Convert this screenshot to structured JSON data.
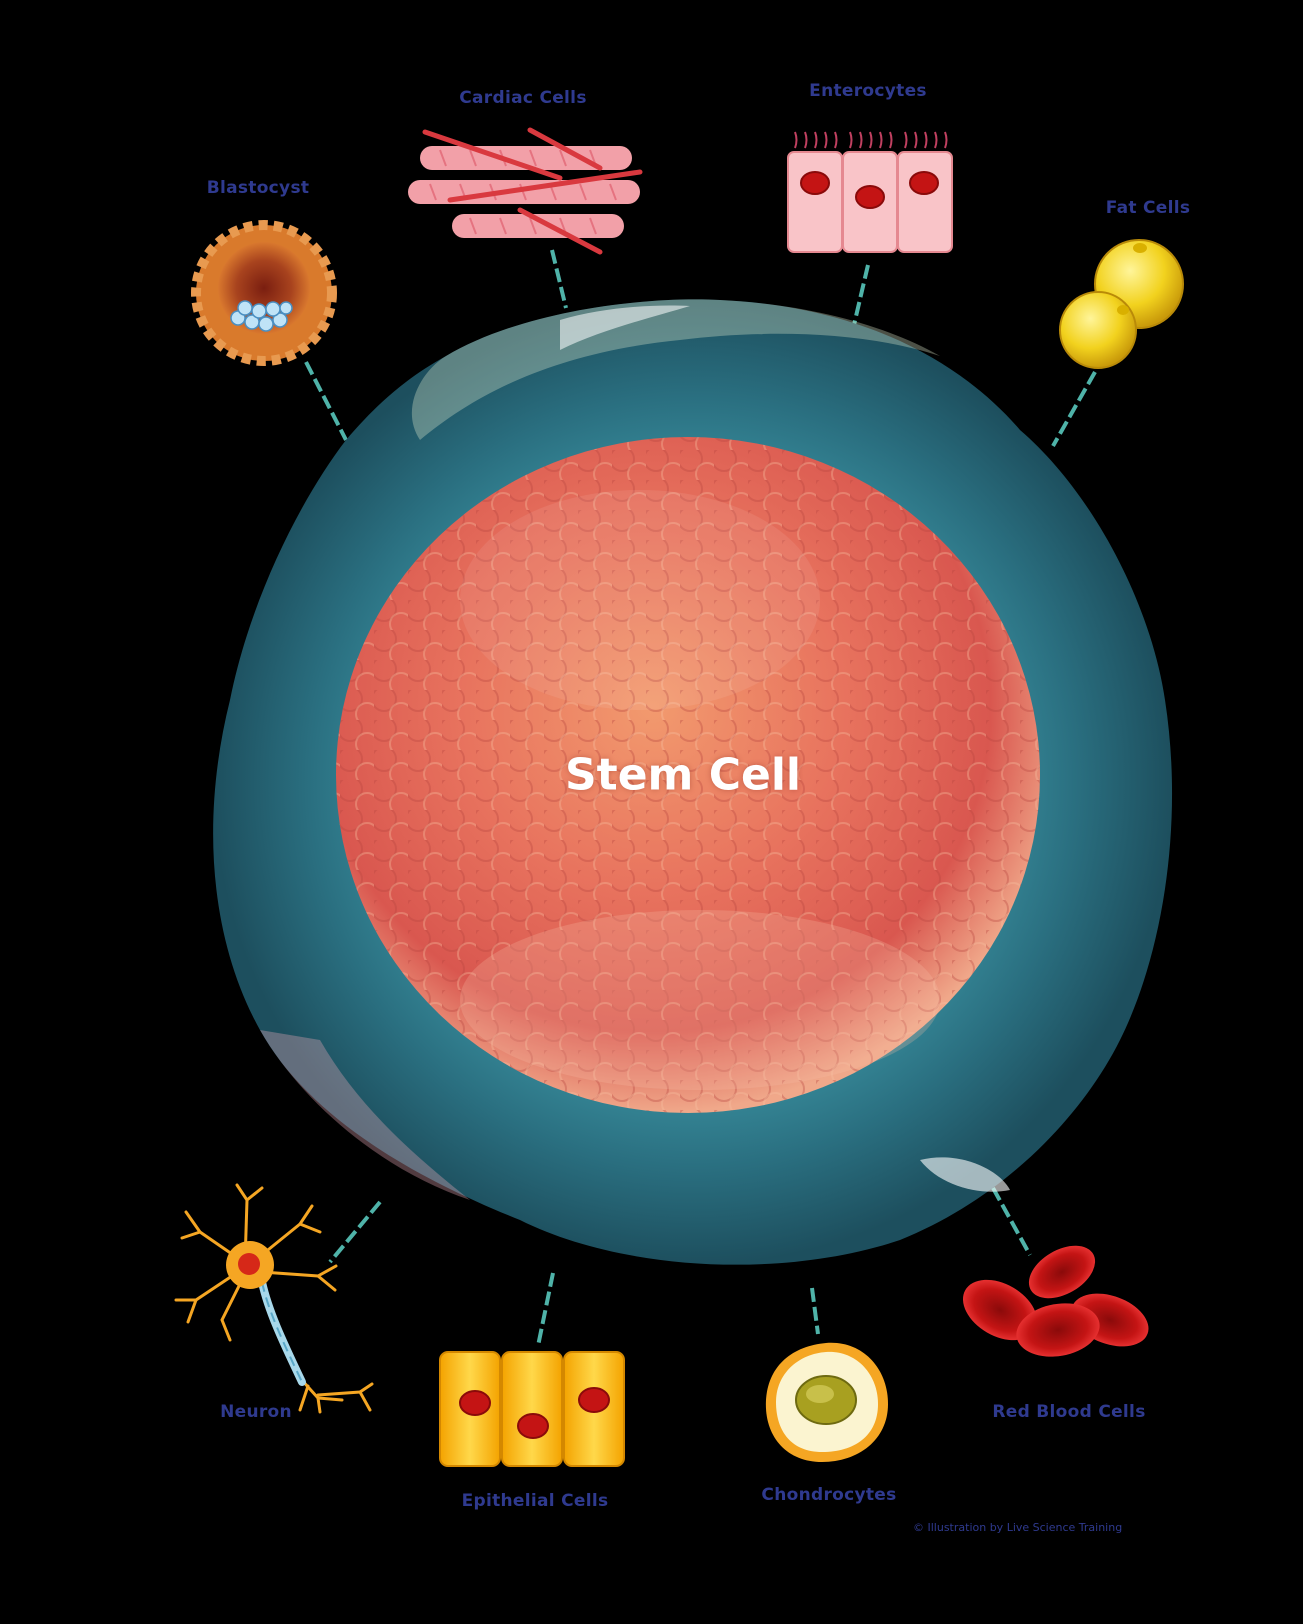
{
  "center_label": "Stem Cell",
  "cell_types": [
    {
      "id": "blastocyst",
      "label": "Blastocyst"
    },
    {
      "id": "cardiac",
      "label": "Cardiac Cells"
    },
    {
      "id": "enterocytes",
      "label": "Enterocytes"
    },
    {
      "id": "fat",
      "label": "Fat Cells"
    },
    {
      "id": "neuron",
      "label": "Neuron"
    },
    {
      "id": "epithelial",
      "label": "Epithelial Cells"
    },
    {
      "id": "chondrocytes",
      "label": "Chondrocytes"
    },
    {
      "id": "rbc",
      "label": "Red Blood Cells"
    }
  ],
  "credit": "© Illustration by Live Science Training",
  "colors": {
    "background": "#000000",
    "label": "#2f3a8f",
    "connector": "#4fb3a9",
    "membrane": "#2f7f8f",
    "nucleus": "#e8735e"
  }
}
